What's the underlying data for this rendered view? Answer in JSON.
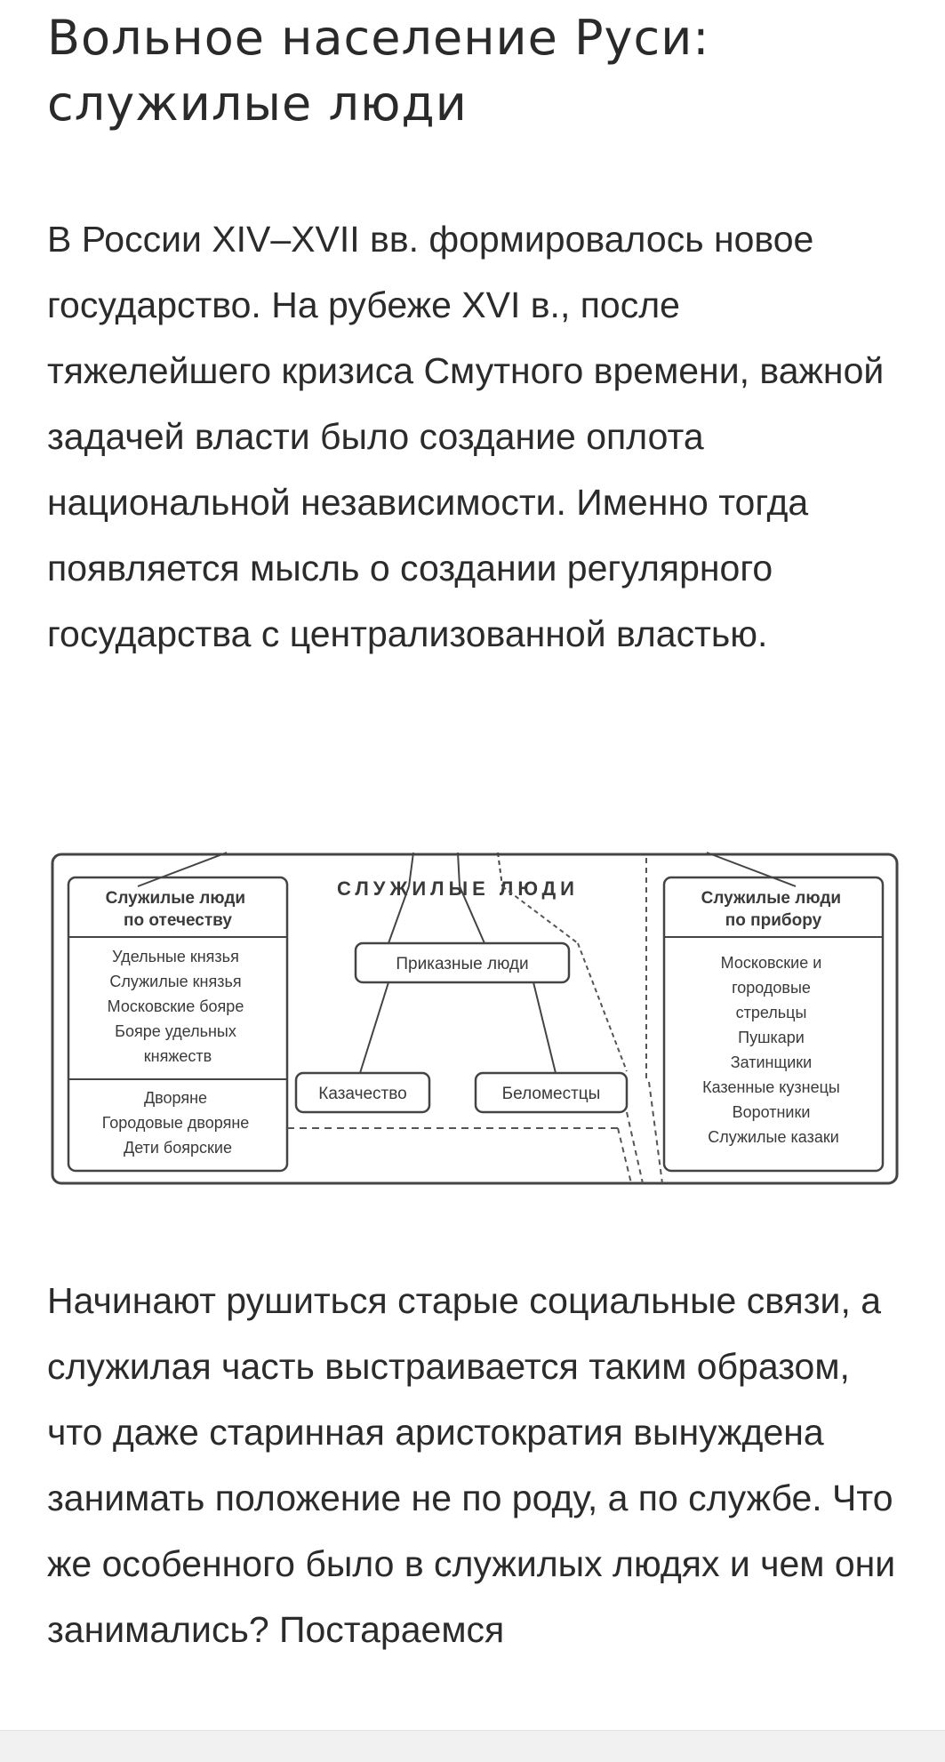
{
  "article": {
    "title": "Вольное население Руси: служилые люди",
    "paragraph_1": "В России XIV–XVII вв. формировалось новое государство. На рубеже XVI в., после тяжелейшего кризиса Смутного времени, важной задачей власти было создание оплота национальной независимости. Именно тогда появляется мысль о создании регулярного государства с централизованной властью.",
    "paragraph_2": "Начинают рушиться старые социальные связи, а служилая часть выстраивается таким образом, что даже старинная аристократия вынуждена занимать положение не по роду, а по службе. Что же особенного было в служилых людях и чем они занимались? Постараемся"
  },
  "diagram": {
    "center_title": "СЛУЖИЛЫЕ ЛЮДИ",
    "left_box": {
      "header": [
        "Служилые люди",
        "по отечеству"
      ],
      "group_1": [
        "Удельные князья",
        "Служилые князья",
        "Московские бояре",
        "Бояре удельных",
        "княжеств"
      ],
      "group_2": [
        "Дворяне",
        "Городовые дворяне",
        "Дети боярские"
      ]
    },
    "right_box": {
      "header": [
        "Служилые люди",
        "по прибору"
      ],
      "items": [
        "Московские и",
        "городовые",
        "стрельцы",
        "Пушкари",
        "Затинщики",
        "Казенные кузнецы",
        "Воротники",
        "Служилые казаки"
      ]
    },
    "middle": {
      "prikaznye": "Приказные люди",
      "kazachestvo": "Казачество",
      "belomestcy": "Беломестцы"
    }
  }
}
